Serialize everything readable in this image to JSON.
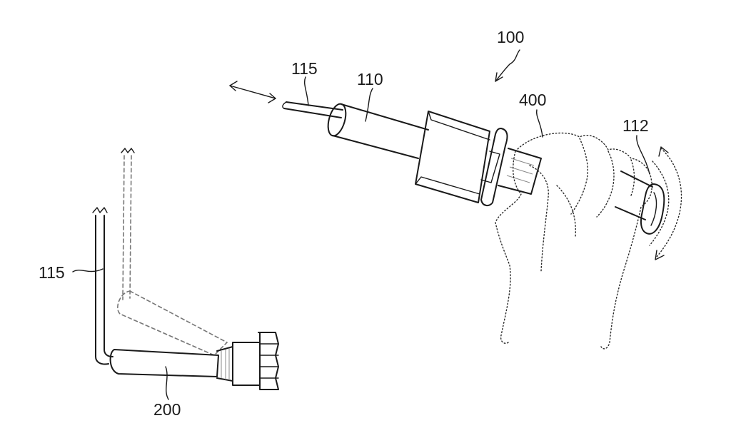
{
  "labels": {
    "l100": "100",
    "l115_top": "115",
    "l110": "110",
    "l400": "400",
    "l112": "112",
    "l115_left": "115",
    "l200": "200"
  }
}
